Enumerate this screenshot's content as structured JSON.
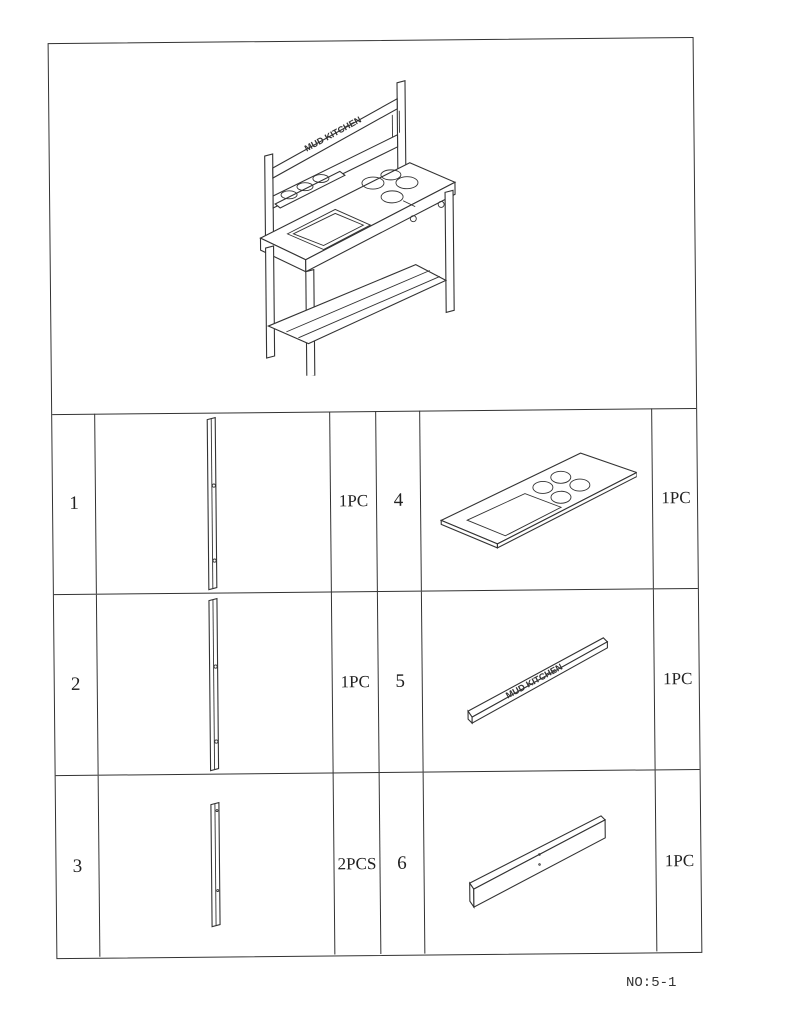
{
  "document": {
    "hero": {
      "illustration": "assembled-mud-kitchen",
      "sign_text": "MUD KITCHEN"
    },
    "parts": [
      {
        "number": "1",
        "part": "long-post-with-holes",
        "quantity": "1PC"
      },
      {
        "number": "2",
        "part": "long-post-with-holes",
        "quantity": "1PC"
      },
      {
        "number": "3",
        "part": "short-leg-post",
        "quantity": "2PCS"
      },
      {
        "number": "4",
        "part": "countertop-with-sink-and-burners",
        "quantity": "1PC"
      },
      {
        "number": "5",
        "part": "sign-board",
        "quantity": "1PC",
        "label": "MUD KITCHEN"
      },
      {
        "number": "6",
        "part": "plain-board",
        "quantity": "1PC"
      }
    ],
    "page_number": "NO:5-1"
  }
}
